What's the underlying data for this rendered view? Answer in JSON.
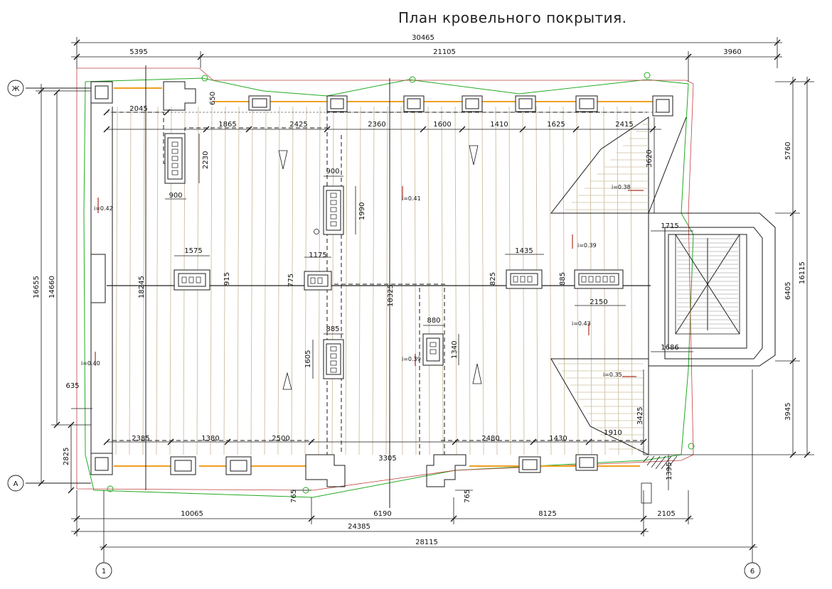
{
  "title": "План кровельного покрытия.",
  "axes": {
    "rows": [
      "Ж",
      "А"
    ],
    "cols": [
      "1",
      "6"
    ]
  },
  "dimensions": {
    "top_total": "30465",
    "top_left": "5395",
    "top_mid": "21105",
    "top_right": "3960",
    "chain_top": [
      "2045",
      "1865",
      "2425",
      "2360",
      "1600",
      "1410",
      "1625",
      "2415"
    ],
    "d650": "650",
    "d2230": "2230",
    "d900a": "900",
    "d900b": "900",
    "d1990": "1990",
    "d3620": "3620",
    "d1715": "1715",
    "d1575": "1575",
    "d1175": "1175",
    "d915": "915",
    "d775": "775",
    "d1435": "1435",
    "d825": "825",
    "d885a": "885",
    "d2150": "2150",
    "d880": "880",
    "d885b": "885",
    "d1340": "1340",
    "d1605": "1605",
    "d1686": "1686",
    "d18245": "18245",
    "d18325": "18325",
    "left_16655": "16655",
    "left_14660": "14660",
    "left_2825": "2825",
    "d635": "635",
    "right_5760": "5760",
    "right_16115": "16115",
    "right_6405": "6405",
    "right_3945": "3945",
    "d3425": "3425",
    "d1910": "1910",
    "d1395": "1395",
    "chain_bottom_top": [
      "2385",
      "1380",
      "2500",
      "3305",
      "2480",
      "1430"
    ],
    "d765a": "765",
    "d765b": "765",
    "bottom_10065": "10065",
    "bottom_6190": "6190",
    "bottom_8125": "8125",
    "bottom_2105": "2105",
    "bottom_24385": "24385",
    "bottom_28115": "28115"
  },
  "slopes": [
    "i=0.42",
    "i=0.41",
    "i=0.38",
    "i=0.39",
    "i=0.43",
    "i=0.39",
    "i=0.40",
    "i=0.35"
  ],
  "colors": {
    "line": "#1a1a1a",
    "roof_outline": "#22aa22",
    "gutter": "#f0a020",
    "rafter": "#c8b89a",
    "arrow": "#b03020",
    "red_edge": "#c04040"
  }
}
